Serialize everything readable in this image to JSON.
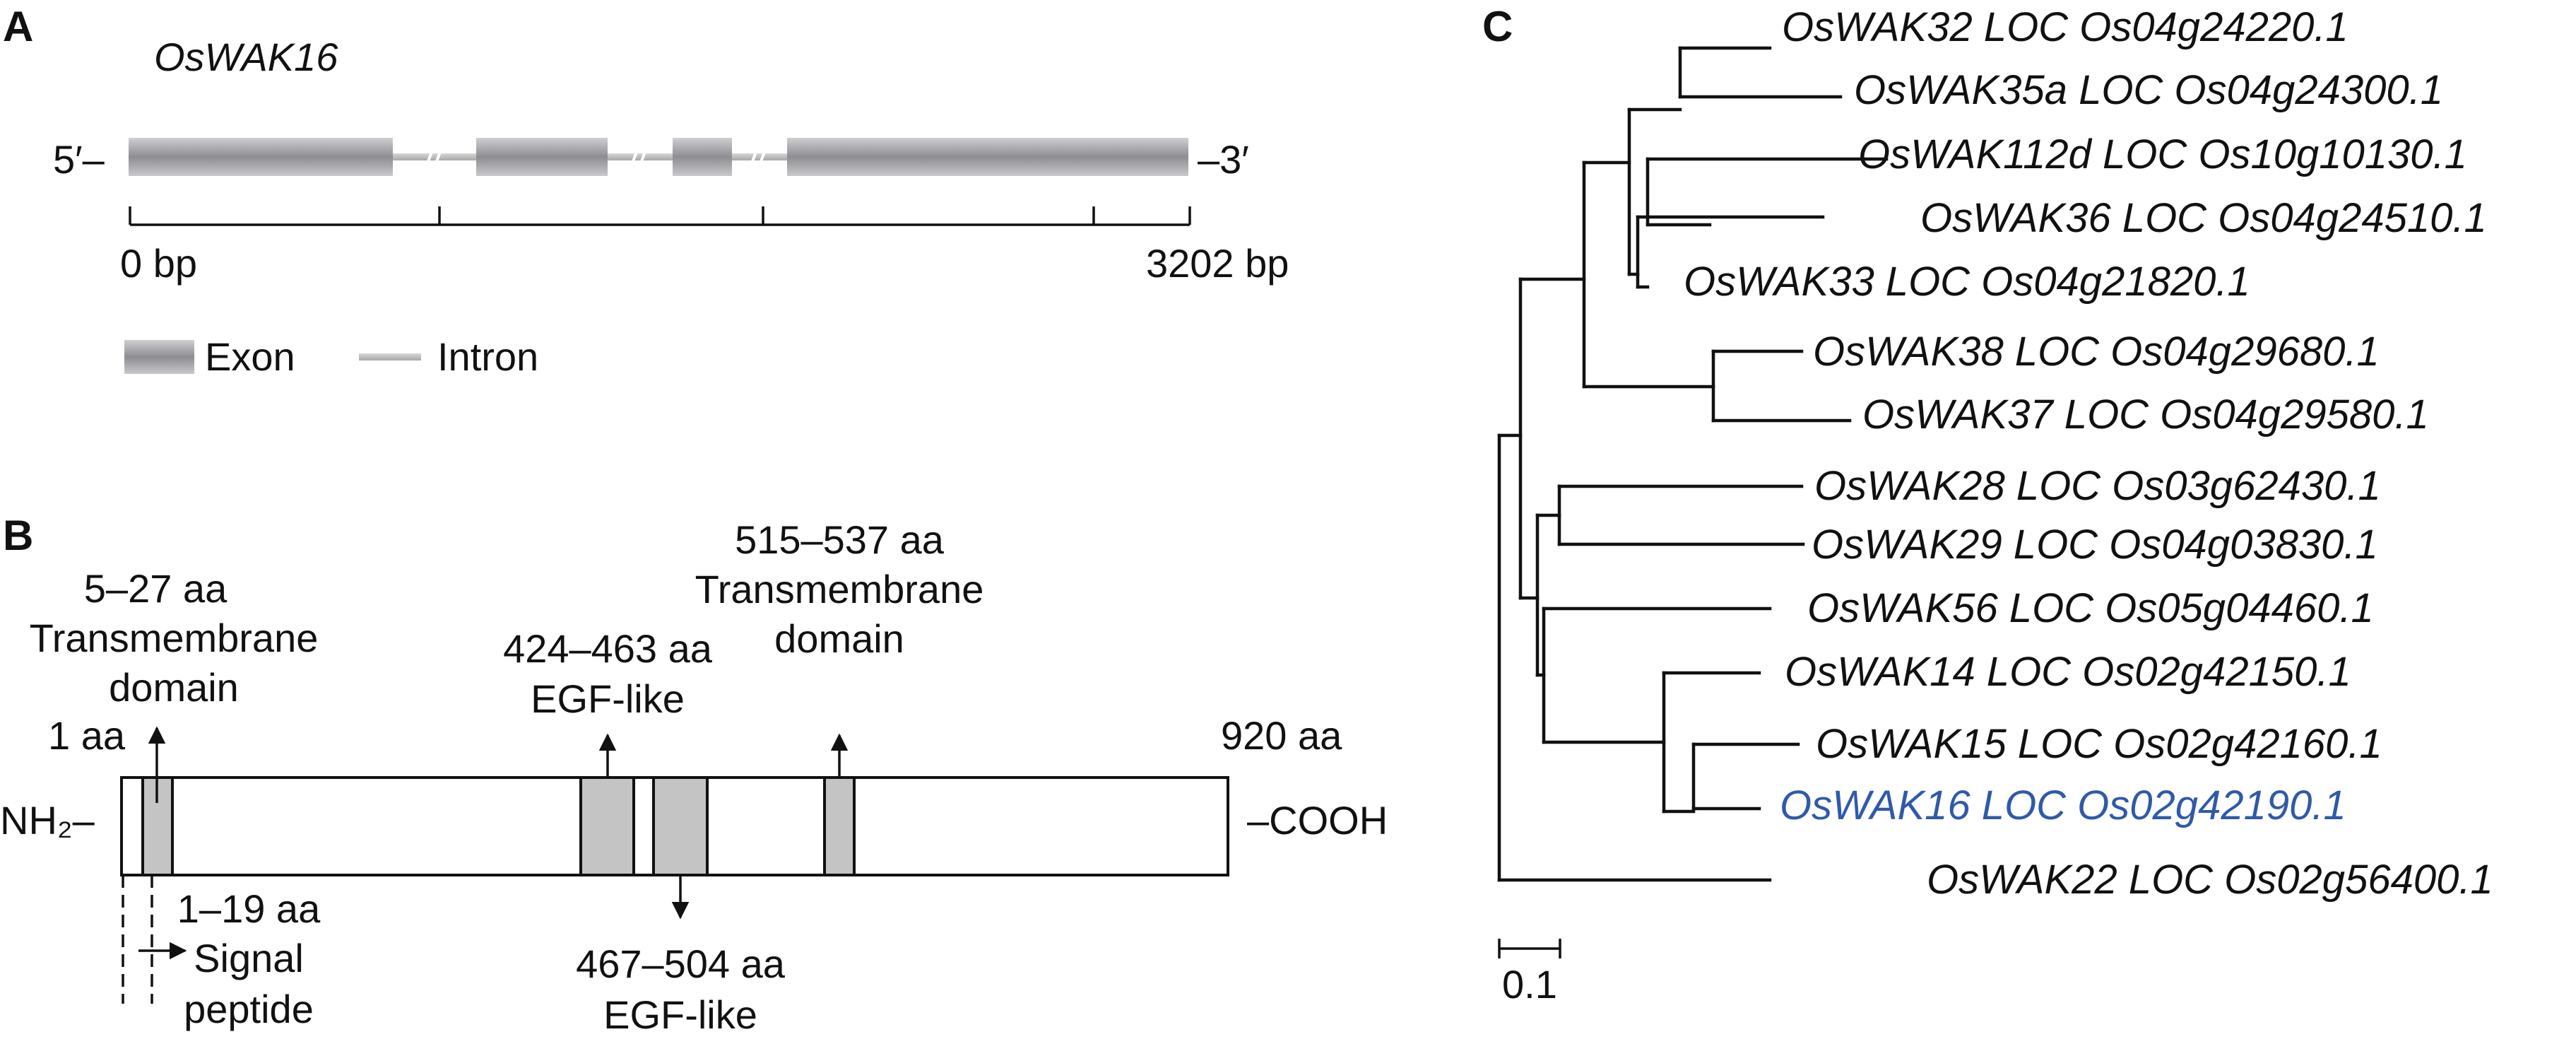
{
  "panelA": {
    "letter": "A",
    "gene_name": "OsWAK16",
    "five_prime": "5′–",
    "three_prime": "–3′",
    "scale_start": "0 bp",
    "scale_end": "3202 bp",
    "legend_exon": "Exon",
    "legend_intron": "Intron",
    "colors": {
      "exon": "#9b9a9e",
      "intron": "#b8b8b8"
    }
  },
  "panelB": {
    "letter": "B",
    "n_terminus": "NH₂–",
    "c_terminus": "–COOH",
    "start_label": "1 aa",
    "end_label": "920 aa",
    "tm1_range": "5–27 aa",
    "tm1_name_1": "Transmembrane",
    "tm1_name_2": "domain",
    "egf1_range": "424–463 aa",
    "egf1_name": "EGF-like",
    "tm2_range": "515–537 aa",
    "tm2_name_1": "Transmembrane",
    "tm2_name_2": "domain",
    "sp_range": "1–19 aa",
    "sp_name_1": "Signal",
    "sp_name_2": "peptide",
    "egf2_range": "467–504 aa",
    "egf2_name": "EGF-like",
    "colors": {
      "domain": "#c4c4c4"
    }
  },
  "panelC": {
    "letter": "C",
    "leaves": [
      "OsWAK32 LOC Os04g24220.1",
      "OsWAK35a LOC Os04g24300.1",
      "OsWAK112d LOC Os10g10130.1",
      "OsWAK36 LOC Os04g24510.1",
      "OsWAK33 LOC Os04g21820.1",
      "OsWAK38 LOC Os04g29680.1",
      "OsWAK37 LOC Os04g29580.1",
      "OsWAK28 LOC Os03g62430.1",
      "OsWAK29 LOC Os04g03830.1",
      "OsWAK56 LOC Os05g04460.1",
      "OsWAK14 LOC Os02g42150.1",
      "OsWAK15 LOC Os02g42160.1",
      "OsWAK16 LOC Os02g42190.1",
      "OsWAK22 LOC Os02g56400.1"
    ],
    "highlight_leaf": "OsWAK16 LOC Os02g42190.1",
    "scale_label": "0.1",
    "colors": {
      "highlight": "#2f5aa8"
    }
  }
}
